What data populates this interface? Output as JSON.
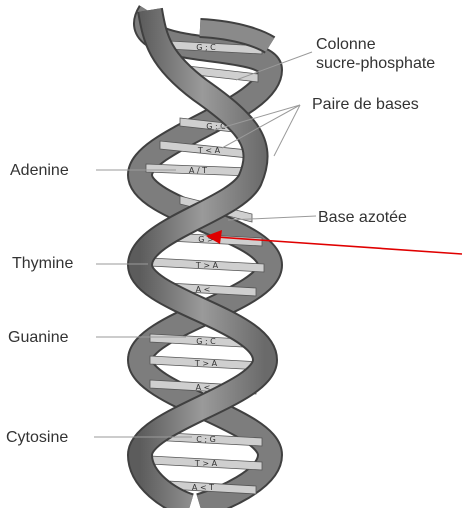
{
  "labels": {
    "backbone": [
      "Colonne",
      "sucre-phosphate"
    ],
    "base_pair": "Paire de bases",
    "adenine": "Adenine",
    "nitrogen_base": "Base azotée",
    "thymine": "Thymine",
    "guanine": "Guanine",
    "cytosine": "Cytosine"
  },
  "rung_labels": [
    "G ; C",
    "",
    "G ; C",
    "T < A",
    "A / T",
    "",
    "G >",
    "T > A",
    "A <",
    "G ; C",
    "T > A",
    "A <",
    "C ; G",
    "T > A",
    "A < T"
  ],
  "colors": {
    "strand": "#8a8a8a",
    "strand_edge": "#404040",
    "rung": "#cfcfcf",
    "rung_edge": "#555555",
    "leader": "#9a9a9a",
    "arrow": "#e00000"
  }
}
